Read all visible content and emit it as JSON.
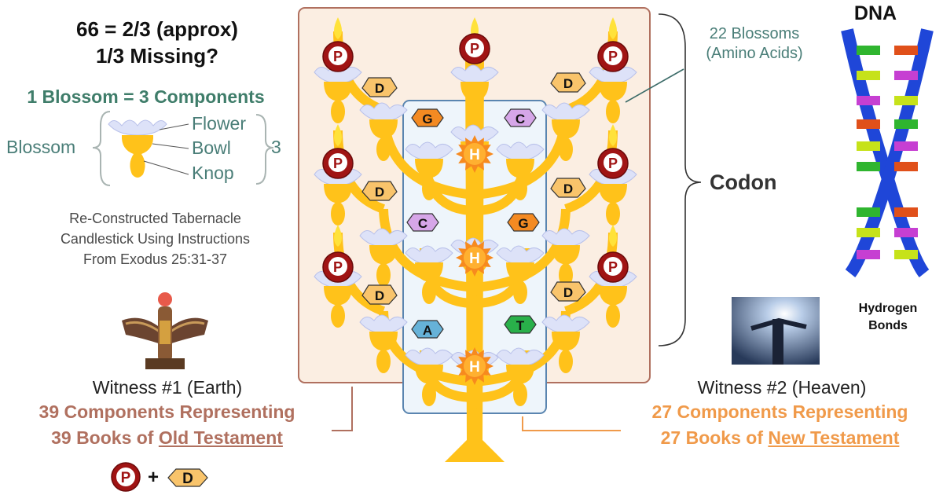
{
  "header": {
    "line1": "66 = 2/3 (approx)",
    "line2": "1/3 Missing?"
  },
  "blossom_legend": {
    "title": "1 Blossom = 3 Components",
    "group_label": "Blossom",
    "parts": [
      "Flower",
      "Bowl",
      "Knop"
    ],
    "count": "3"
  },
  "caption": {
    "lines": [
      "Re-Constructed Tabernacle",
      "Candlestick Using Instructions",
      "From Exodus 25:31-37"
    ]
  },
  "witness1": {
    "title": "Witness #1 (Earth)",
    "line1": "39 Components Representing",
    "line2_prefix": "39 Books of ",
    "line2_underlined": "Old Testament"
  },
  "witness2": {
    "title": "Witness #2 (Heaven)",
    "line1": "27 Components Representing",
    "line2_prefix": "27 Books of ",
    "line2_underlined": "New Testament"
  },
  "formula": {
    "left": "P",
    "plus": "+",
    "right": "D"
  },
  "blossoms_note": {
    "line1": "22 Blossoms",
    "line2": "(Amino Acids)"
  },
  "codon_label": "Codon",
  "dna": {
    "title": "DNA",
    "bond_line1": "Hydrogen",
    "bond_line2": "Bonds"
  },
  "markers": {
    "P": "P",
    "D": "D",
    "H": "H",
    "G": "G",
    "C": "C",
    "A": "A",
    "T": "T"
  },
  "colors": {
    "earth_box": "#fbeee2",
    "earth_border": "#b0705f",
    "heaven_box": "#eef5fb",
    "heaven_border": "#5a85b0",
    "gold": "#ffc21a",
    "flower": "#dde2f8",
    "pentagon": "#f9c46b",
    "purple_hex": "#d6a6e8",
    "orange_hex": "#f48a22",
    "blue_hex": "#66b2d8",
    "green_hex": "#29b04a",
    "p_circle": "#a01414",
    "h_sun": "#f78a1e"
  }
}
